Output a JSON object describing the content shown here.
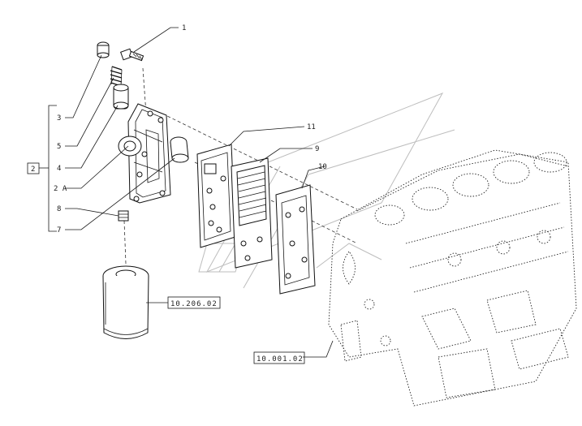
{
  "callouts": [
    {
      "id": "c1",
      "label": "1"
    },
    {
      "id": "c3",
      "label": "3"
    },
    {
      "id": "c5",
      "label": "5"
    },
    {
      "id": "c4",
      "label": "4"
    },
    {
      "id": "c2a",
      "label": "2 A"
    },
    {
      "id": "c8",
      "label": "8"
    },
    {
      "id": "c7",
      "label": "7"
    },
    {
      "id": "c11",
      "label": "11"
    },
    {
      "id": "c9",
      "label": "9"
    },
    {
      "id": "c10",
      "label": "10"
    },
    {
      "id": "c2",
      "label": "2"
    }
  ],
  "references": {
    "oil_filter_ref": "10.206.02",
    "engine_block_ref": "10.001.02"
  }
}
